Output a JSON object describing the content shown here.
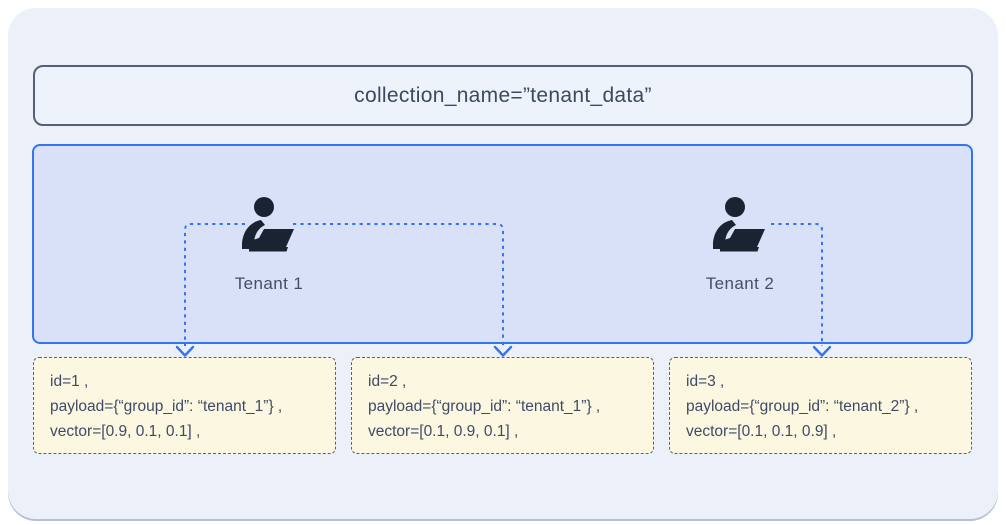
{
  "header": {
    "collection_label": "collection_name=”tenant_data”"
  },
  "tenants": [
    {
      "label": "Tenant 1"
    },
    {
      "label": "Tenant 2"
    }
  ],
  "records": [
    {
      "lines": [
        "id=1 ,",
        "payload={“group_id”: “tenant_1”} ,",
        "vector=[0.9, 0.1, 0.1] ,"
      ]
    },
    {
      "lines": [
        "id=2 ,",
        "payload={“group_id”: “tenant_1”} ,",
        "vector=[0.1, 0.9, 0.1] ,"
      ]
    },
    {
      "lines": [
        "id=3 ,",
        "payload={“group_id”: “tenant_2”} ,",
        "vector=[0.1, 0.1, 0.9] ,"
      ]
    }
  ],
  "icons": {
    "tenant_icon": "person-at-laptop-icon",
    "arrow_icon": "down-arrow-icon"
  },
  "colors": {
    "accent-blue": "#3673ee",
    "panel-fill": "#d8e1f8",
    "card-fill": "#ecf0f8",
    "record-fill": "#fcf7e1",
    "record-border": "#5a6175",
    "box-border": "#575e77",
    "text-dark": "#3d4861",
    "icon-navy": "#1a2332"
  }
}
